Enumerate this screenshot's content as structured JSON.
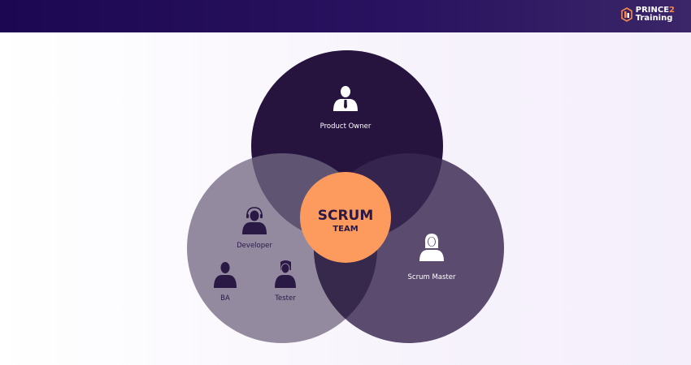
{
  "header": {
    "logo": {
      "line1_prefix": "PRINCE",
      "line1_suffix": "2",
      "line2": "Training"
    }
  },
  "diagram": {
    "center": {
      "title": "SCRUM",
      "subtitle": "TEAM"
    },
    "roles": {
      "product_owner": "Product Owner",
      "scrum_master": "Scrum Master",
      "developer": "Developer",
      "ba": "BA",
      "tester": "Tester"
    },
    "colors": {
      "top": "#26143f",
      "left": "#948aa0",
      "right": "#5b4b6f",
      "top_left": "#5f5472",
      "top_right": "#35244e",
      "left_right": "#36294b",
      "center": "#fd9a5d",
      "center_text": "#2a1845"
    }
  }
}
